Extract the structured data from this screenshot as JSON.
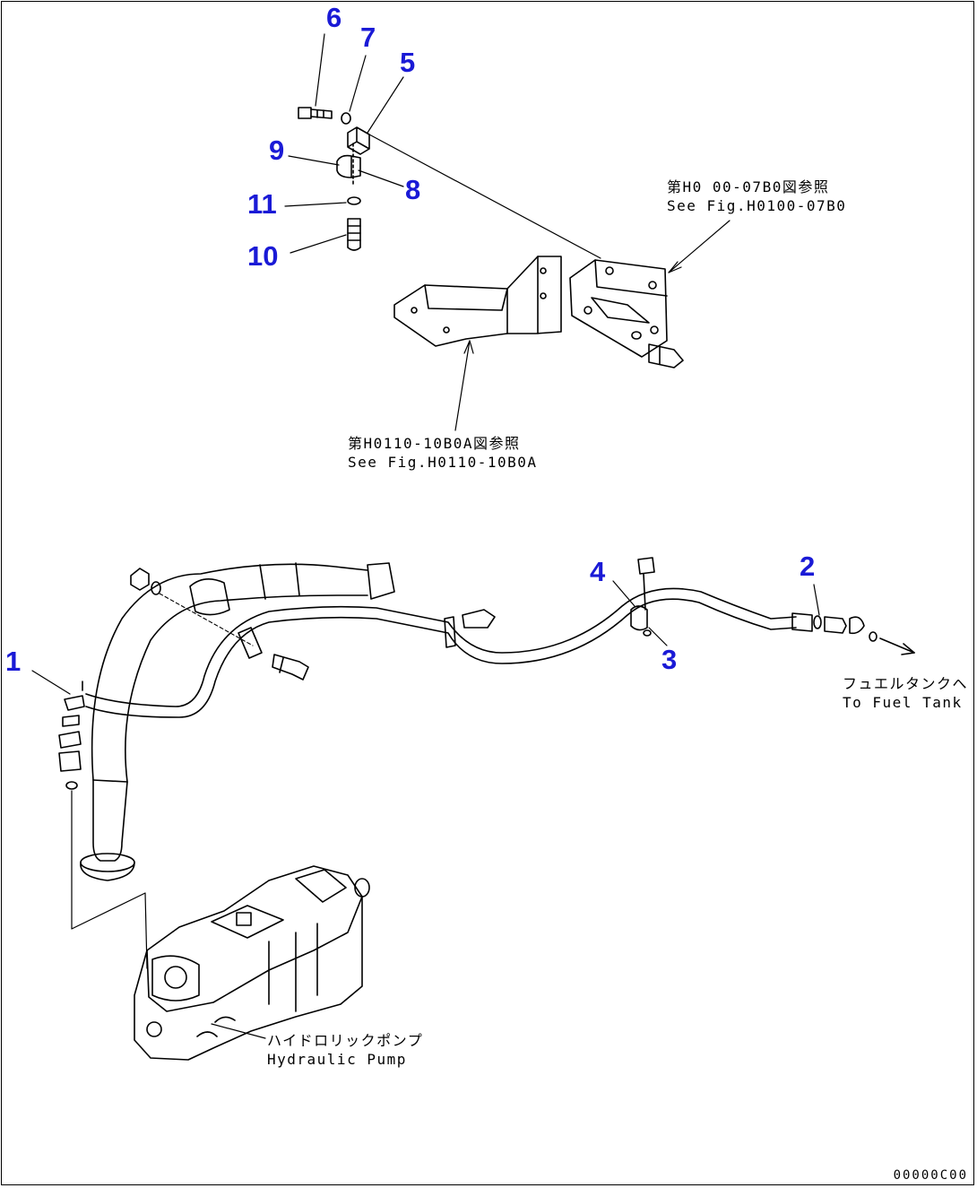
{
  "callout_color": "#1a1ad6",
  "line_color": "#000000",
  "callouts": [
    {
      "id": "1",
      "label": "1"
    },
    {
      "id": "2",
      "label": "2"
    },
    {
      "id": "3",
      "label": "3"
    },
    {
      "id": "4",
      "label": "4"
    },
    {
      "id": "5",
      "label": "5"
    },
    {
      "id": "6",
      "label": "6"
    },
    {
      "id": "7",
      "label": "7"
    },
    {
      "id": "8",
      "label": "8"
    },
    {
      "id": "9",
      "label": "9"
    },
    {
      "id": "10",
      "label": "10"
    },
    {
      "id": "11",
      "label": "11"
    }
  ],
  "notes": {
    "ref_frame": {
      "jp": "第H0 00-07B0図参照",
      "en": "See Fig.H0100-07B0"
    },
    "ref_bracket": {
      "jp": "第H0110-10B0A図参照",
      "en": "See Fig.H0110-10B0A"
    },
    "fuel_tank": {
      "jp": "フュエルタンクへ",
      "en": "To Fuel Tank"
    },
    "hydraulic_pump": {
      "jp": "ハイドロリックポンプ",
      "en": "Hydraulic Pump"
    }
  },
  "drawing_number": "00000C00"
}
